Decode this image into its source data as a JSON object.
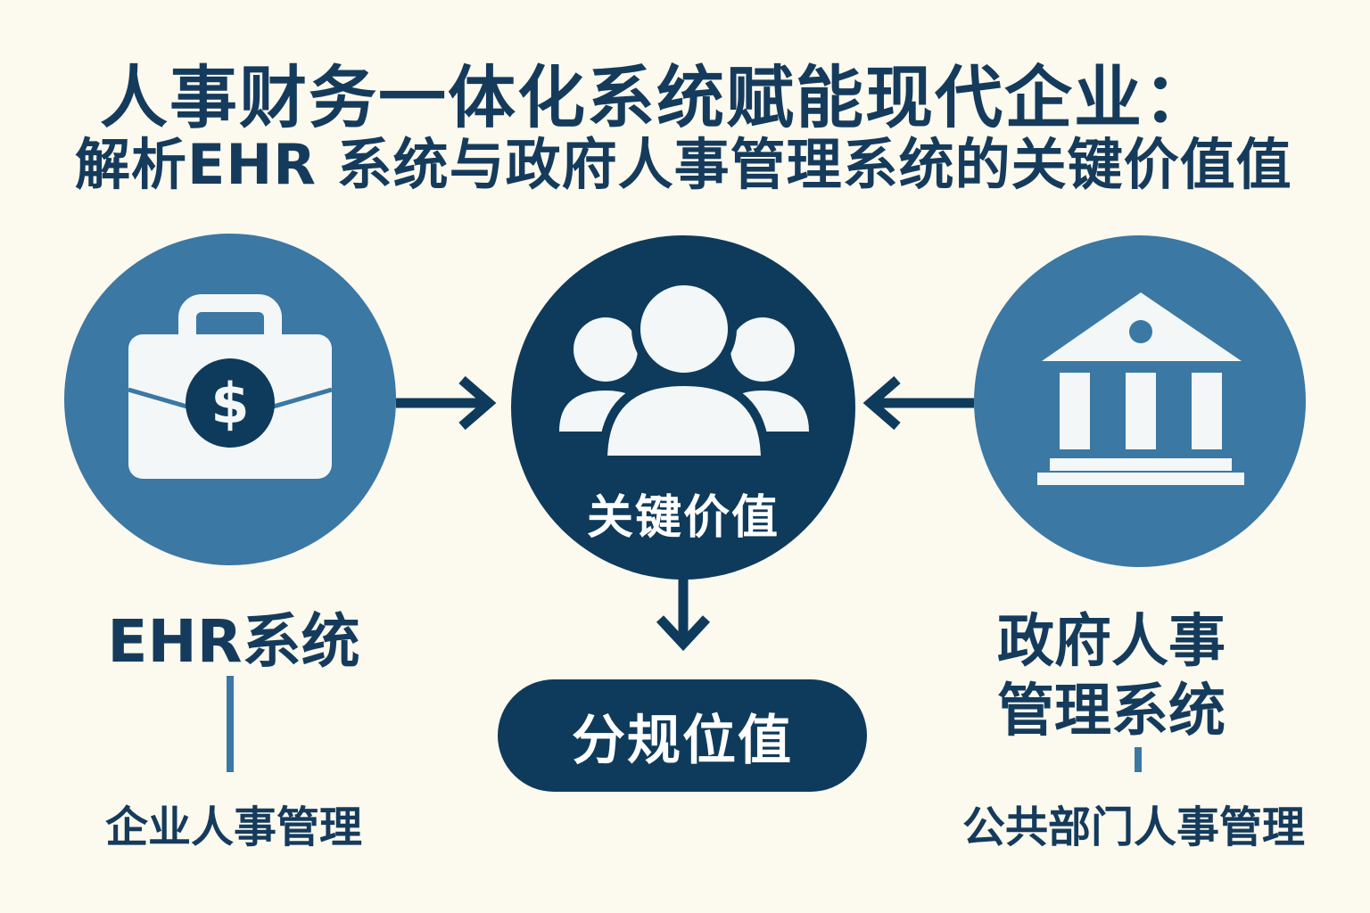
{
  "title": {
    "line1": "人事财务一体化系统赋能现代企业：",
    "line2": "解析EHR 系统与政府人事管理系统的关键价值值"
  },
  "center_node": {
    "label": "关键价值",
    "icon": "people-group-icon"
  },
  "left_node": {
    "label": "EHR系统",
    "sublabel": "企业人事管理",
    "icon": "briefcase-dollar-icon"
  },
  "right_node": {
    "label_line1": "政府人事",
    "label_line2": "管理系统",
    "sublabel": "公共部门人事管理",
    "icon": "government-building-icon"
  },
  "result_pill": {
    "label": "分规位值"
  },
  "colors": {
    "background": "#fcf9ee",
    "dark_navy": "#0e3b5c",
    "mid_blue": "#3b78a4",
    "text": "#153b5c",
    "icon_fill": "#f4f7f7"
  }
}
